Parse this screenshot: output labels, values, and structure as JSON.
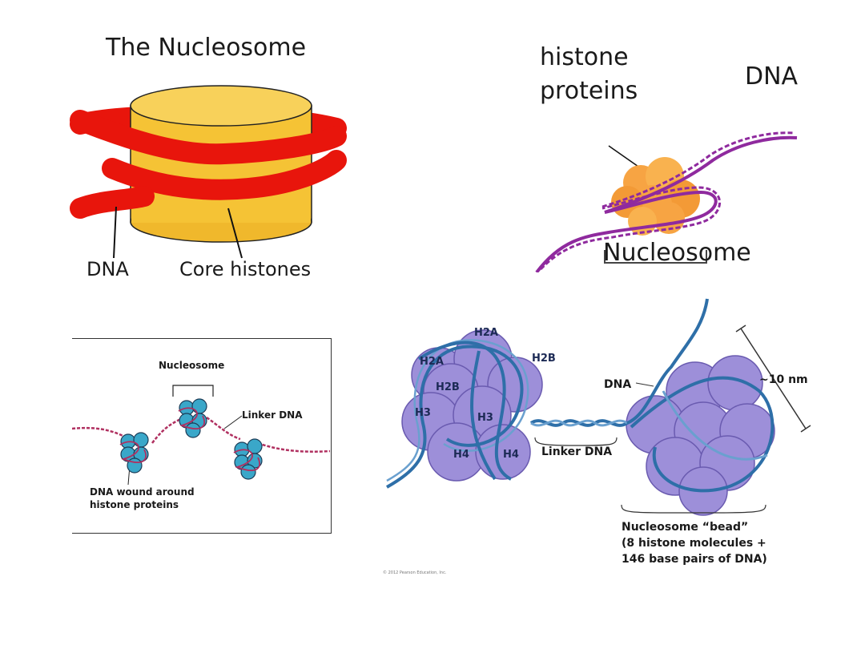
{
  "panel1": {
    "title": "The Nucleosome",
    "label_dna": "DNA",
    "label_core": "Core histones",
    "colors": {
      "dna": "#e8150c",
      "histone": "#f5c335",
      "histone_dark": "#e0a51d"
    }
  },
  "panel2": {
    "label_histone": "histone\nproteins",
    "label_histone_l1": "histone",
    "label_histone_l2": "proteins",
    "label_dna": "DNA",
    "label_nucleosome": "Nucleosome",
    "colors": {
      "dna": "#8f2a9e",
      "protein": "#f5a040"
    }
  },
  "panel3": {
    "label_nucleosome": "Nucleosome",
    "label_linker": "Linker DNA",
    "label_wound_l1": "DNA wound around",
    "label_wound_l2": "histone proteins",
    "colors": {
      "dna": "#b03060",
      "protein": "#3aa7c9"
    }
  },
  "panel4": {
    "histones": [
      "H2A",
      "H2A",
      "H2B",
      "H2B",
      "H3",
      "H3",
      "H4",
      "H4"
    ],
    "label_dna": "DNA",
    "label_size": "~10 nm",
    "label_linker": "Linker DNA",
    "bead_l1": "Nucleosome “bead”",
    "bead_l2": "(8 histone molecules +",
    "bead_l3": "146 base pairs of DNA)",
    "copyright": "© 2012 Pearson Education, Inc.",
    "colors": {
      "dna": "#2e6fa8",
      "histone": "#9d8fd9"
    }
  }
}
